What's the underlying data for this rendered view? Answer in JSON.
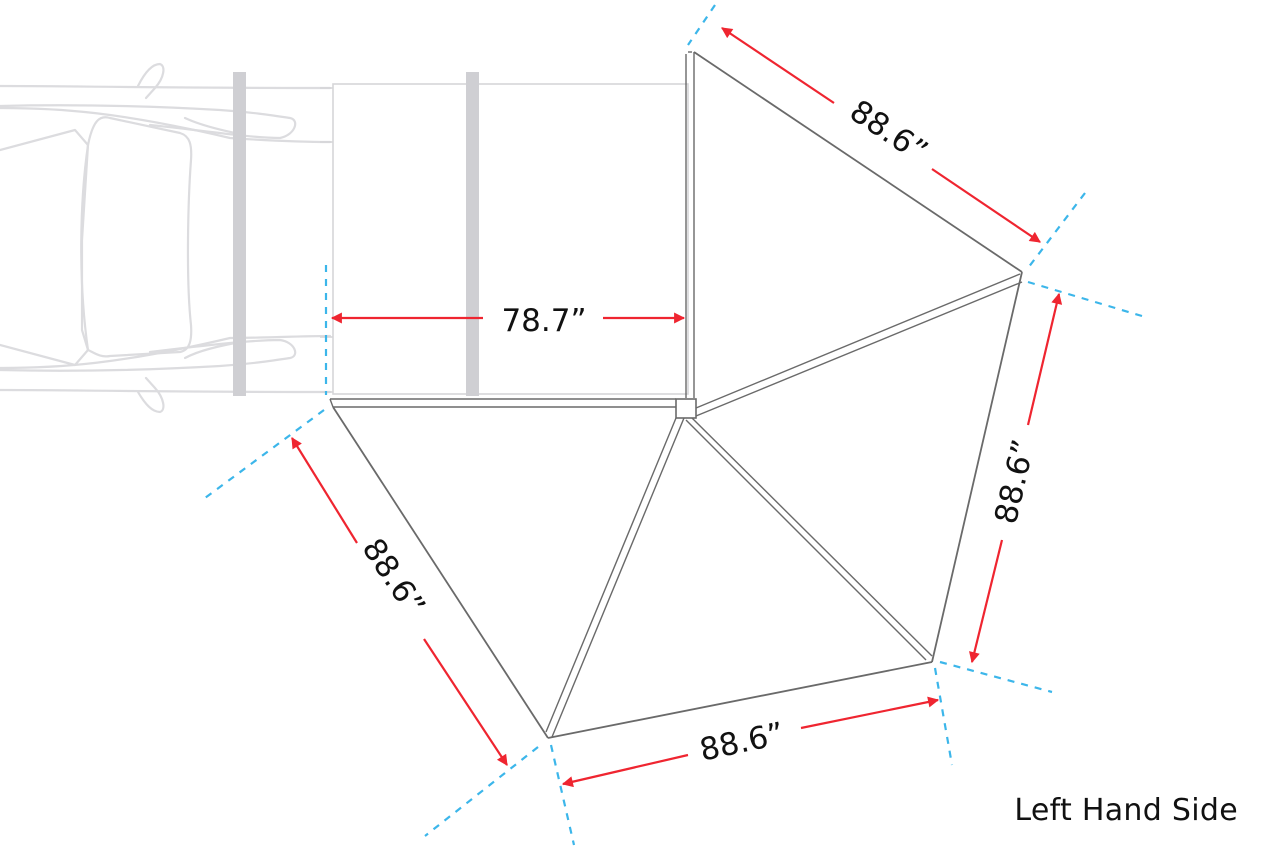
{
  "diagram": {
    "caption": "Left Hand Side",
    "colors": {
      "vehicle_outline": "#dcdcdf",
      "roof_bar": "#cfcfd3",
      "awning_edge": "#6a6a6a",
      "extension_line": "#3cb6ea",
      "dimension_arrow": "#ef2530",
      "text": "#111111"
    },
    "dimensions": {
      "length_along_vehicle": "78.7”",
      "edge_top": "88.6”",
      "edge_right": "88.6”",
      "edge_bottom": "88.6”",
      "edge_left": "88.6”"
    },
    "components": {
      "vehicle": "vehicle-top-view",
      "roof_bars": 2,
      "awning_panels": 4
    }
  }
}
